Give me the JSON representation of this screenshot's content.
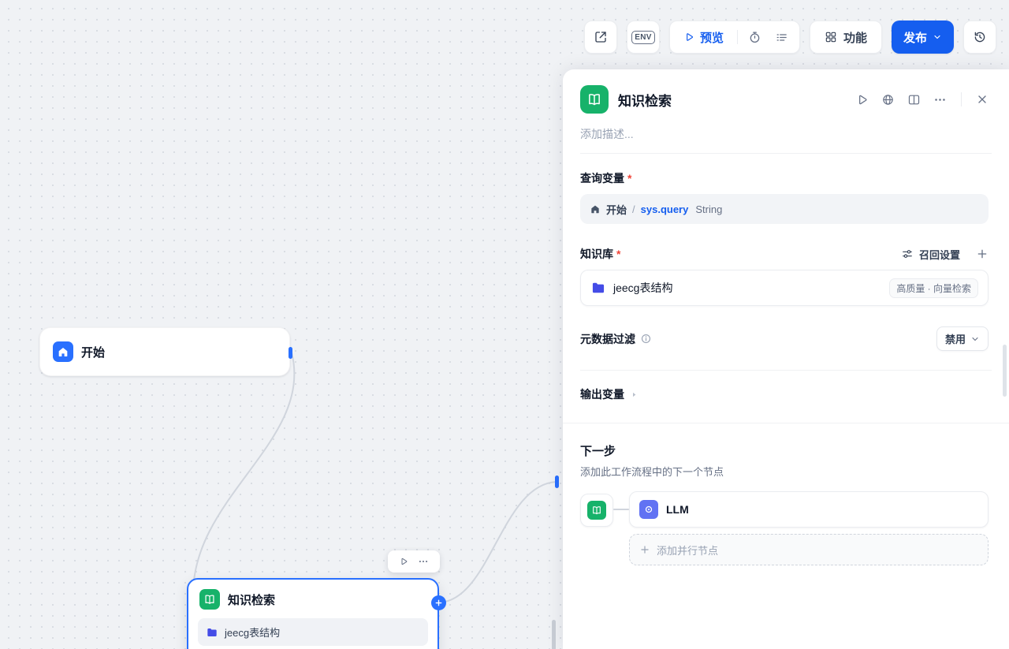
{
  "colors": {
    "primary": "#155EEF",
    "node_blue": "#2970FF",
    "green": "#17B26A",
    "indigo": "#444CE7",
    "llm_indigo": "#6172F3"
  },
  "top_toolbar": {
    "env_label": "ENV",
    "preview_label": "预览",
    "features_label": "功能",
    "publish_label": "发布"
  },
  "canvas": {
    "start_node": {
      "title": "开始"
    },
    "knowledge_node": {
      "title": "知识检索",
      "dataset": "jeecg表结构"
    }
  },
  "panel": {
    "title": "知识检索",
    "description_placeholder": "添加描述...",
    "query_variable": {
      "label": "查询变量",
      "required": "*",
      "node": "开始",
      "separator": "/",
      "path": "sys.query",
      "type": "String"
    },
    "knowledge_base": {
      "label": "知识库",
      "required": "*",
      "recall_settings": "召回设置",
      "item_name": "jeecg表结构",
      "item_badge": "高质量 · 向量检索"
    },
    "metadata_filter": {
      "label": "元数据过滤",
      "value": "禁用"
    },
    "output_variable": {
      "label": "输出变量"
    },
    "next_step": {
      "title": "下一步",
      "subtitle": "添加此工作流程中的下一个节点",
      "llm_label": "LLM",
      "add_parallel_label": "添加并行节点"
    }
  }
}
